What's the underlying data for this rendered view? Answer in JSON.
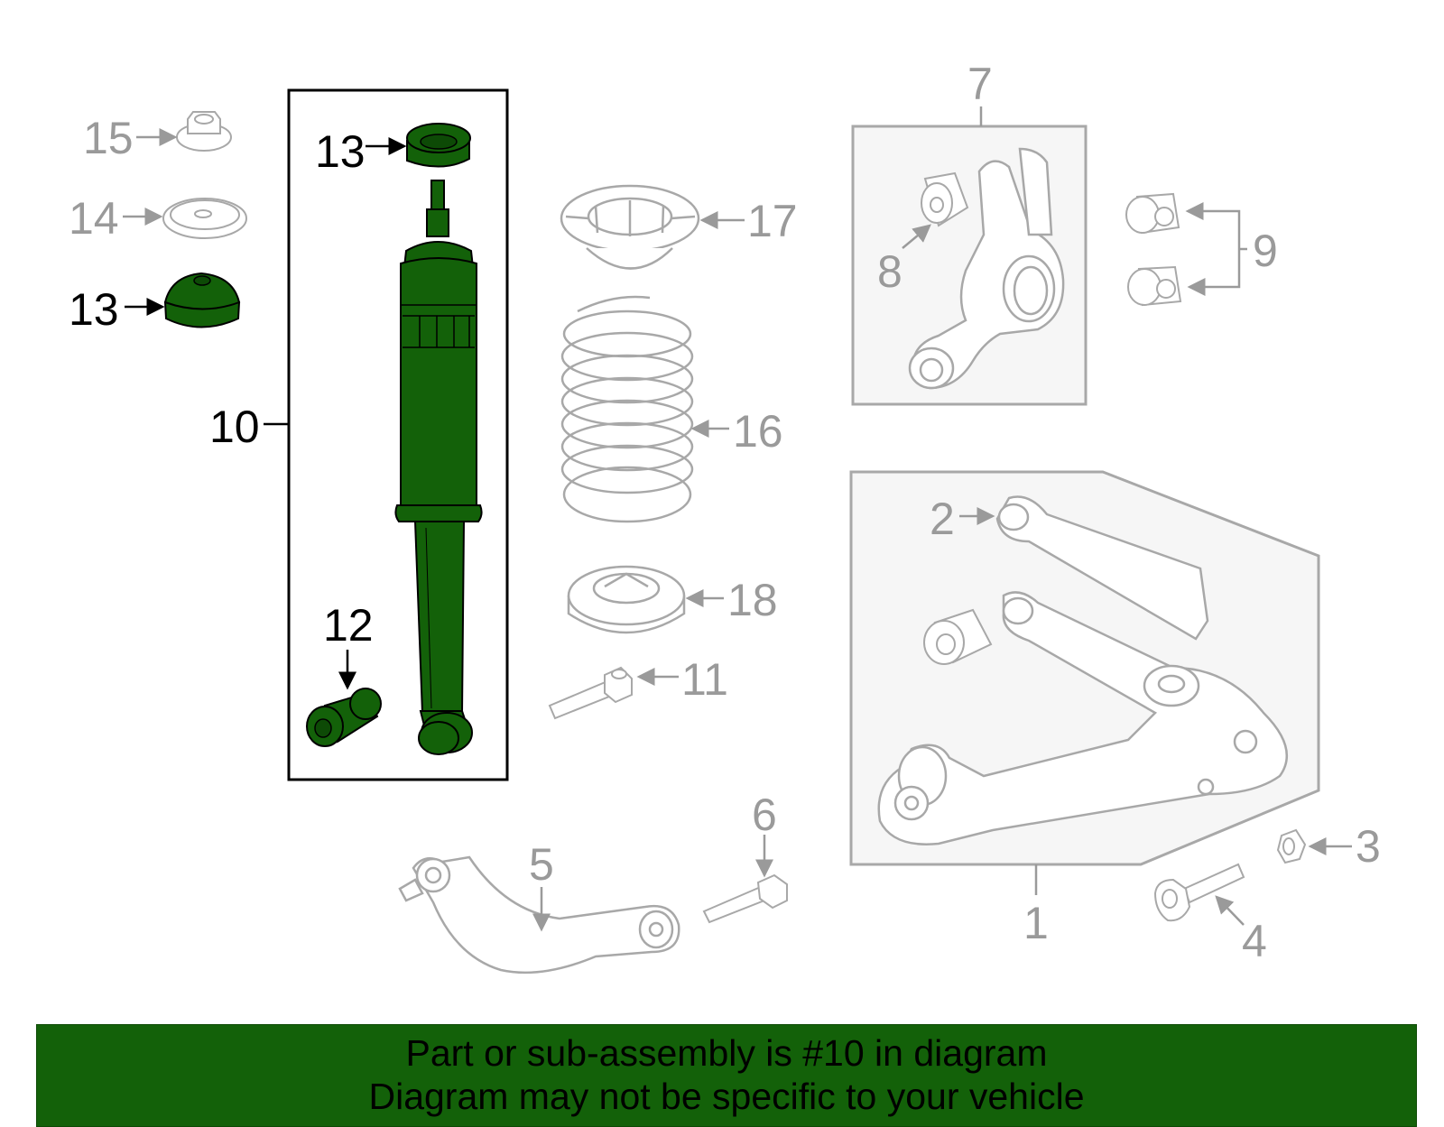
{
  "callouts": {
    "c1": "1",
    "c2": "2",
    "c3": "3",
    "c4": "4",
    "c5": "5",
    "c6": "6",
    "c7": "7",
    "c8": "8",
    "c9": "9",
    "c10": "10",
    "c11": "11",
    "c12": "12",
    "c13a": "13",
    "c13b": "13",
    "c14": "14",
    "c15": "15",
    "c16": "16",
    "c17": "17",
    "c18": "18"
  },
  "colors": {
    "highlight": "#136109",
    "part_line": "#a8a8a8",
    "box_fill": "#f6f6f6",
    "banner_bg": "#136109"
  },
  "banner": {
    "line1": "Part or sub-assembly is #10 in diagram",
    "line2": "Diagram may not be specific to your vehicle"
  }
}
